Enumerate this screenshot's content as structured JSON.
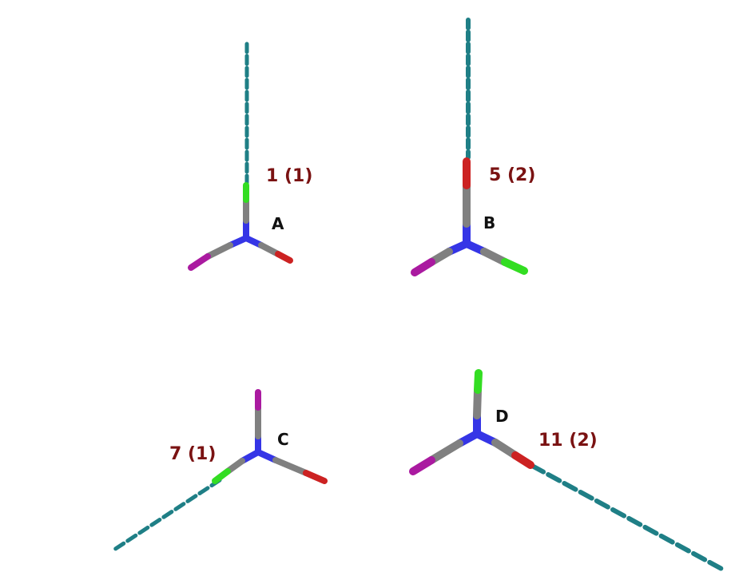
{
  "labels": {
    "A": {
      "id": "A",
      "count": "1 (1)"
    },
    "B": {
      "id": "B",
      "count": "5 (2)"
    },
    "C": {
      "id": "C",
      "count": "7 (1)"
    },
    "D": {
      "id": "D",
      "count": "11 (2)"
    }
  },
  "colors": {
    "nitrogen": "#3535e6",
    "carbon": "#808080",
    "chlorine": "#33dd22",
    "oxygen": "#cc2222",
    "iodine": "#aa1aa0",
    "contact": "#1f7f86",
    "count_text": "#7a1212",
    "id_text": "#111111"
  }
}
